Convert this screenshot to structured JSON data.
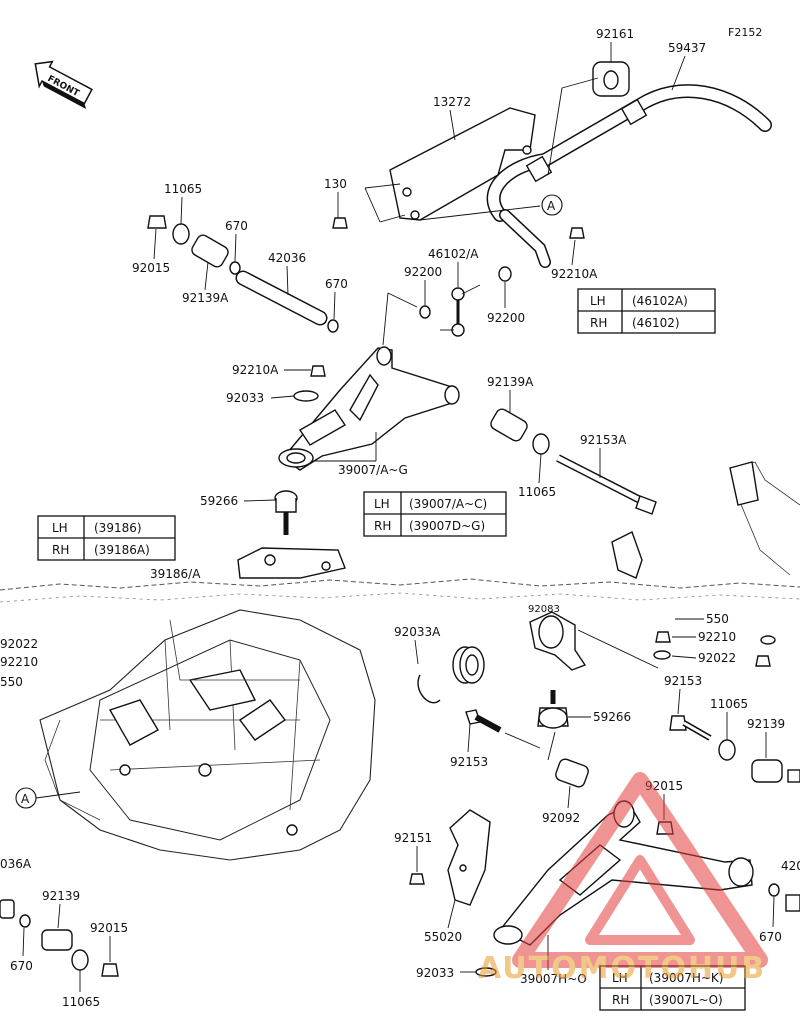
{
  "figure_code": "F2152",
  "front_label": "FRONT",
  "callout_ref": "A",
  "labels": {
    "p92161": "92161",
    "p59437": "59437",
    "p13272": "13272",
    "p130": "130",
    "p11065_a": "11065",
    "p670_a": "670",
    "p92015_a": "92015",
    "p92139A_a": "92139A",
    "p42036": "42036",
    "p670_b": "670",
    "p46102A": "46102/A",
    "p92200_a": "92200",
    "p92200_b": "92200",
    "p92210A_a": "92210A",
    "p92210A_b": "92210A",
    "p92033_a": "92033",
    "p92139A_b": "92139A",
    "p39007AG": "39007/A~G",
    "p11065_b": "11065",
    "p92153A": "92153A",
    "p59266_a": "59266",
    "p39186A": "39186/A",
    "p92022_l": "92022",
    "p92210_l": "92210",
    "p550_l": "550",
    "p92033A": "92033A",
    "p92083": "92083",
    "p550_r": "550",
    "p92210_r": "92210",
    "p92022_r": "92022",
    "p92153_a": "92153",
    "p11065_c": "11065",
    "p59266_b": "59266",
    "p92139_a": "92139",
    "p92153_b": "92153",
    "p92015_b": "92015",
    "p92092": "92092",
    "p92151": "92151",
    "p420": "420",
    "p55020": "55020",
    "p670_c": "670",
    "p92033_b": "92033",
    "p39007HO": "39007H~O",
    "p036A": "036A",
    "p92139_b": "92139",
    "p92015_c": "92015",
    "p670_d": "670",
    "p11065_d": "11065"
  },
  "tables": {
    "t46102": [
      {
        "side": "LH",
        "part": "(46102A)"
      },
      {
        "side": "RH",
        "part": "(46102)"
      }
    ],
    "t39007AC": [
      {
        "side": "LH",
        "part": "(39007/A~C)"
      },
      {
        "side": "RH",
        "part": "(39007D~G)"
      }
    ],
    "t39186": [
      {
        "side": "LH",
        "part": "(39186)"
      },
      {
        "side": "RH",
        "part": "(39186A)"
      }
    ],
    "t39007HK": [
      {
        "side": "LH",
        "part": "(39007H~K)"
      },
      {
        "side": "RH",
        "part": "(39007L~O)"
      }
    ]
  },
  "watermark": {
    "text": "AUTOMOTOHUB",
    "color": "#e23b3b"
  }
}
